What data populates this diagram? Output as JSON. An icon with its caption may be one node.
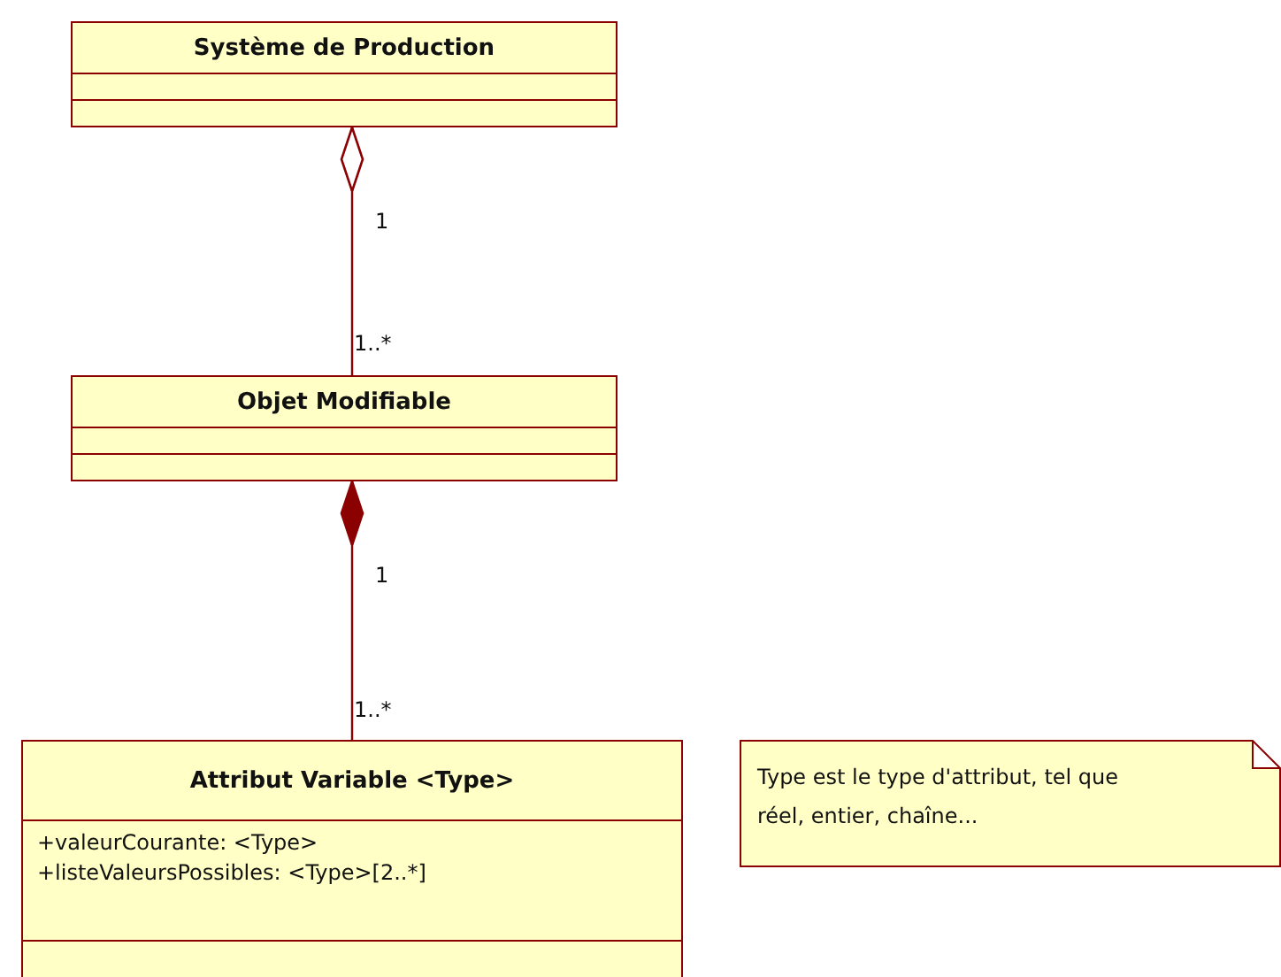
{
  "diagram": {
    "nodes": [
      {
        "text": [
          "Système de Production"
        ]
      },
      {
        "text": [
          "Objet Modifiable"
        ]
      },
      {
        "text": [
          "Attribut Variable <Type>",
          "+valeurCourante: <Type>",
          "+listeValeursPossibles: <Type>[2..*]"
        ]
      },
      {
        "text": [
          "Type est le type d'attribut, tel que réel, entier, chaîne..."
        ]
      }
    ],
    "edges": [
      {
        "from": 1,
        "to": 0,
        "arrow": "other"
      },
      {
        "from": 2,
        "to": 1,
        "arrow": "other"
      }
    ],
    "labels": [
      "1",
      "1..*",
      "1",
      "1..*"
    ]
  }
}
